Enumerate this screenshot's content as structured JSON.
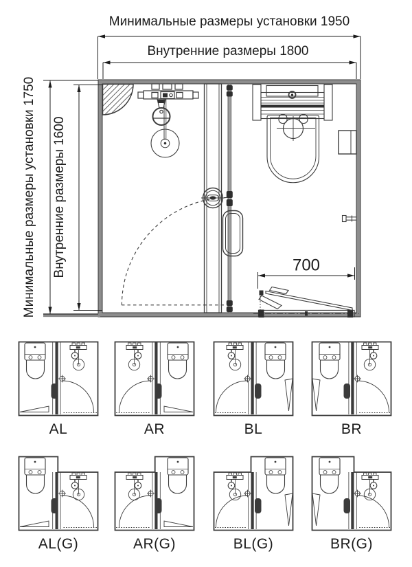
{
  "colors": {
    "line": "#3b3b3b",
    "wall_fill": "#8d8d8d",
    "glass_fill": "#a0a0a0",
    "dark_fill": "#2e2e2e",
    "text": "#1c1c1c"
  },
  "main_plan": {
    "dims": {
      "outer_width_label": "Минимальные размеры установки 1950",
      "inner_width_label": "Внутренние размеры 1800",
      "outer_height_label": "Минимальные размеры установки 1750",
      "inner_height_label": "Внутренние размеры 1600",
      "seat_width_label": "700"
    },
    "features": [
      "corner-shelf",
      "shower-mixer",
      "hand-shower",
      "floor-drain",
      "sliding-door-panel",
      "door-knob",
      "glass-door",
      "grab-bar",
      "toilet-with-cistern",
      "paper-holder",
      "wall-handle",
      "door-swing-arc",
      "folding-seat"
    ]
  },
  "variants": {
    "row1": [
      {
        "label": "AL",
        "type": "A",
        "mirror": false,
        "raised": false
      },
      {
        "label": "AR",
        "type": "A",
        "mirror": true,
        "raised": false
      },
      {
        "label": "BL",
        "type": "B",
        "mirror": false,
        "raised": false
      },
      {
        "label": "BR",
        "type": "B",
        "mirror": true,
        "raised": false
      }
    ],
    "row2": [
      {
        "label": "AL(G)",
        "type": "A",
        "mirror": false,
        "raised": true
      },
      {
        "label": "AR(G)",
        "type": "A",
        "mirror": true,
        "raised": true
      },
      {
        "label": "BL(G)",
        "type": "B",
        "mirror": false,
        "raised": true
      },
      {
        "label": "BR(G)",
        "type": "B",
        "mirror": true,
        "raised": true
      }
    ]
  }
}
